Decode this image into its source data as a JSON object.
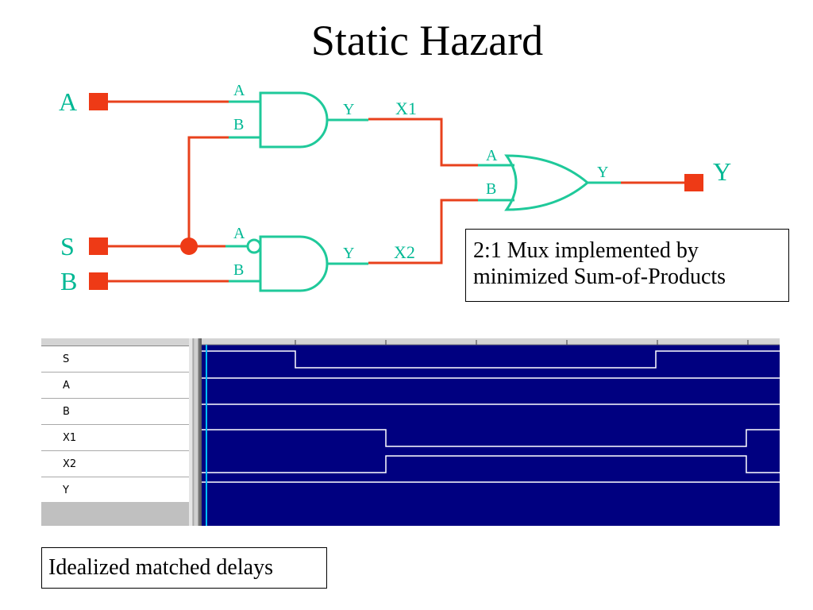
{
  "slide": {
    "title": "Static Hazard",
    "mux_note_lines": [
      "2:1 Mux implemented by",
      "minimized Sum-of-Products"
    ],
    "timing_note": "Idealized matched delays"
  },
  "circuit": {
    "inputs": {
      "a": "A",
      "s": "S",
      "b": "B"
    },
    "output": "Y",
    "and1": {
      "pin_a": "A",
      "pin_b": "B",
      "pin_y": "Y",
      "net": "X1"
    },
    "and2": {
      "pin_a": "A",
      "pin_b": "B",
      "pin_y": "Y",
      "net": "X2"
    },
    "or1": {
      "pin_a": "A",
      "pin_b": "B",
      "pin_y": "Y"
    },
    "colors": {
      "wire": "#e8411c",
      "gate": "#1fc99a",
      "label": "#00b894"
    }
  },
  "waveform": {
    "signals": [
      "S",
      "A",
      "B",
      "X1",
      "X2",
      "Y"
    ],
    "colors": {
      "background": "#000080",
      "trace": "#ffffff",
      "cursor": "#00bfff"
    }
  }
}
